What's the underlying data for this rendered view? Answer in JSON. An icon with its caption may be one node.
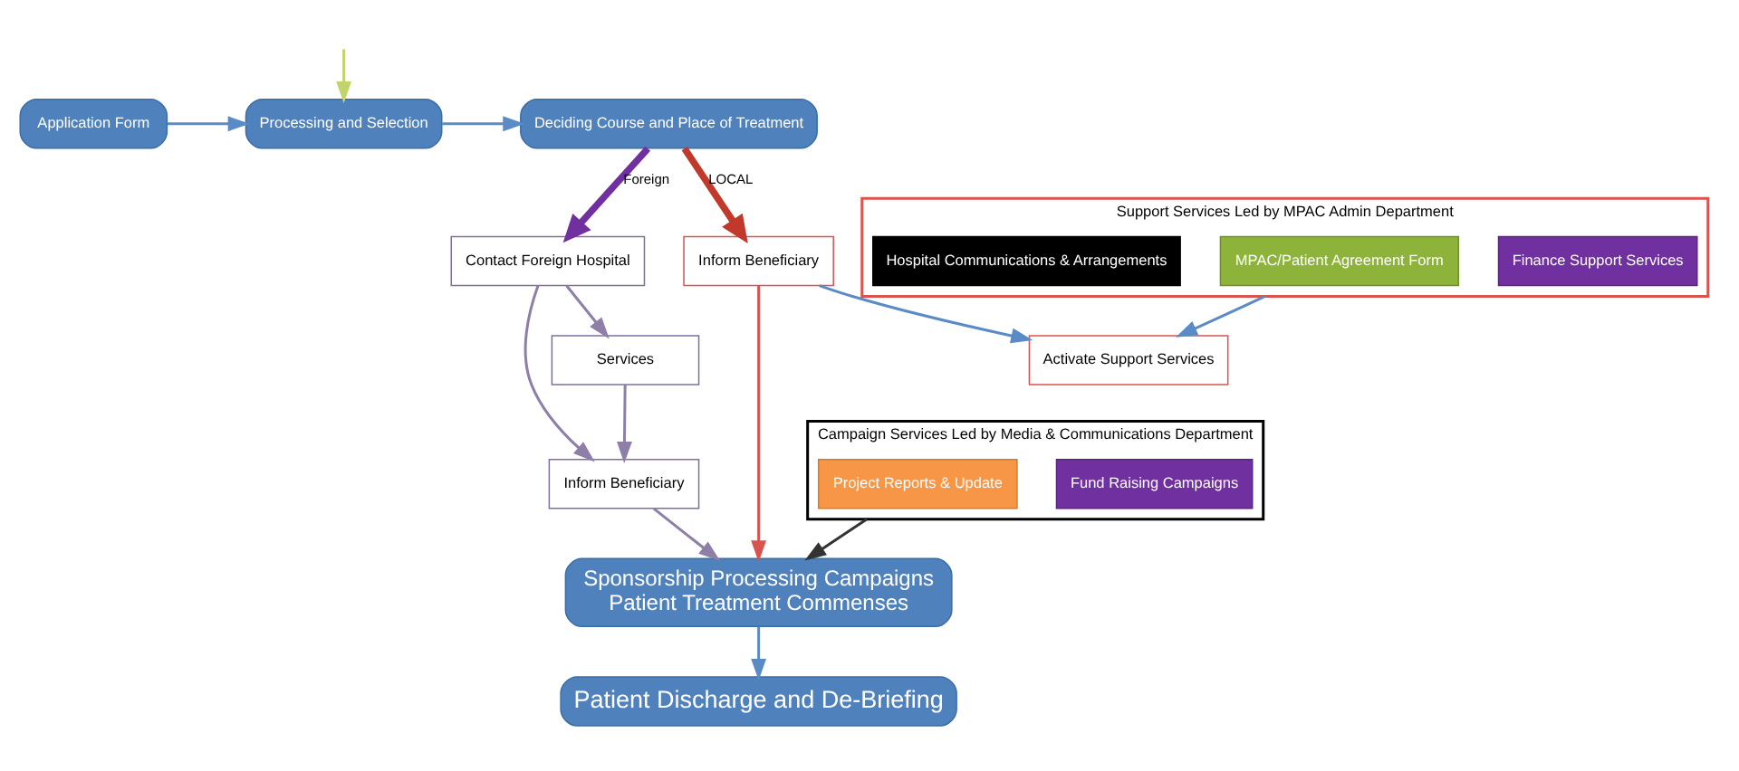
{
  "diagram": {
    "nodes": [
      {
        "text": [
          "Application Form"
        ]
      },
      {
        "text": [
          "Processing and Selection"
        ]
      },
      {
        "text": [
          "Deciding Course and Place of Treatment"
        ]
      },
      {
        "text": [
          "Contact Foreign Hospital"
        ]
      },
      {
        "text": [
          "Services"
        ]
      },
      {
        "text": [
          "Inform Beneficiary"
        ]
      },
      {
        "text": [
          "Inform Beneficiary"
        ]
      },
      {
        "text": [
          "Activate Support Services"
        ]
      },
      {
        "text": [
          "Sponsorship Processing Campaigns",
          "Patient Treatment Commenses"
        ]
      },
      {
        "text": [
          "Support Services Led by MPAC Admin Department"
        ]
      },
      {
        "text": [
          "Finance Support Services"
        ],
        "in": 9
      },
      {
        "text": [
          "MPAC/Patient Agreement Form"
        ],
        "in": 9
      },
      {
        "text": [
          "Hospital Communications & Arrangements"
        ],
        "in": 9
      },
      {
        "text": [
          "Campaign Services Led by Media & Communications Department"
        ]
      },
      {
        "text": [
          "Fund Raising Campaigns"
        ],
        "in": 13
      },
      {
        "text": [
          "Project Reports & Update"
        ],
        "in": 13
      },
      {
        "text": [
          "Patient Discharge and De-Briefing"
        ]
      }
    ],
    "edges": [
      {
        "from": null,
        "to": 1,
        "arrow": "to",
        "color": "#c3d36b"
      },
      {
        "from": 0,
        "to": 1,
        "arrow": "to"
      },
      {
        "from": 1,
        "to": 2,
        "arrow": "to"
      },
      {
        "from": 2,
        "to": 3,
        "arrow": "to",
        "label": "Foreign",
        "style": "thick",
        "color": "#7030a0"
      },
      {
        "from": 2,
        "to": 6,
        "arrow": "to",
        "label": "LOCAL",
        "style": "thick",
        "color": "#c0392b"
      },
      {
        "from": 3,
        "to": 4,
        "arrow": "to",
        "color": "#8e7fa8"
      },
      {
        "from": 3,
        "to": 5,
        "arrow": "to",
        "color": "#8e7fa8"
      },
      {
        "from": 4,
        "to": 5,
        "arrow": "to",
        "color": "#8e7fa8"
      },
      {
        "from": 5,
        "to": 8,
        "arrow": "to",
        "color": "#8e7fa8"
      },
      {
        "from": 6,
        "to": 7,
        "arrow": "to"
      },
      {
        "from": 6,
        "to": 8,
        "arrow": "to",
        "color": "#d9534f"
      },
      {
        "from": 9,
        "to": 7,
        "arrow": "to"
      },
      {
        "from": 13,
        "to": 8,
        "arrow": "to",
        "color": "#333333"
      },
      {
        "from": 8,
        "to": 16,
        "arrow": "to"
      }
    ]
  }
}
